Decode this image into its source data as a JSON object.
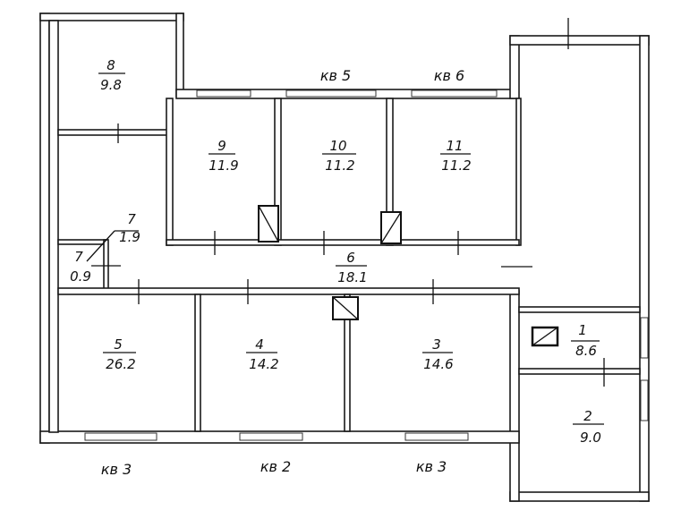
{
  "apartment_labels": [
    "кв 5",
    "кв 6",
    "кв 3",
    "кв 2",
    "кв 3"
  ],
  "rooms": [
    {
      "number": "8",
      "area": "9.8"
    },
    {
      "number": "9",
      "area": "11.9"
    },
    {
      "number": "10",
      "area": "11.2"
    },
    {
      "number": "11",
      "area": "11.2"
    },
    {
      "number": "7",
      "area": "1.9"
    },
    {
      "number": "7",
      "area": "0.9"
    },
    {
      "number": "6",
      "area": "18.1"
    },
    {
      "number": "5",
      "area": "26.2"
    },
    {
      "number": "4",
      "area": "14.2"
    },
    {
      "number": "3",
      "area": "14.6"
    },
    {
      "number": "1",
      "area": "8.6"
    },
    {
      "number": "2",
      "area": "9.0"
    }
  ]
}
